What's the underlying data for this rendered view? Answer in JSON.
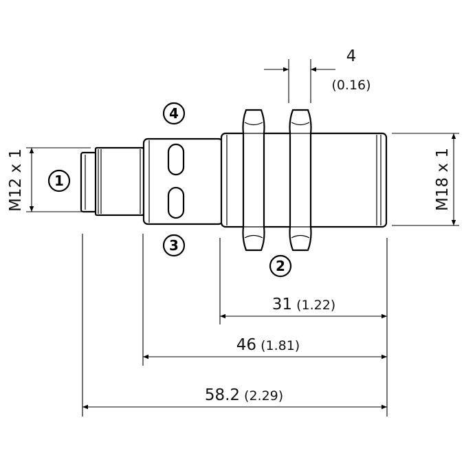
{
  "callouts": {
    "c1": "1",
    "c2": "2",
    "c3": "3",
    "c4": "4"
  },
  "dimensions": {
    "thread_left": "M12 x 1",
    "thread_right": "M18 x 1",
    "nut_gap_mm": "4",
    "nut_gap_in": "(0.16)",
    "len_31_mm": "31",
    "len_31_in": "(1.22)",
    "len_46_mm": "46",
    "len_46_in": "(1.81)",
    "len_582_mm": "58.2",
    "len_582_in": "(2.29)"
  }
}
